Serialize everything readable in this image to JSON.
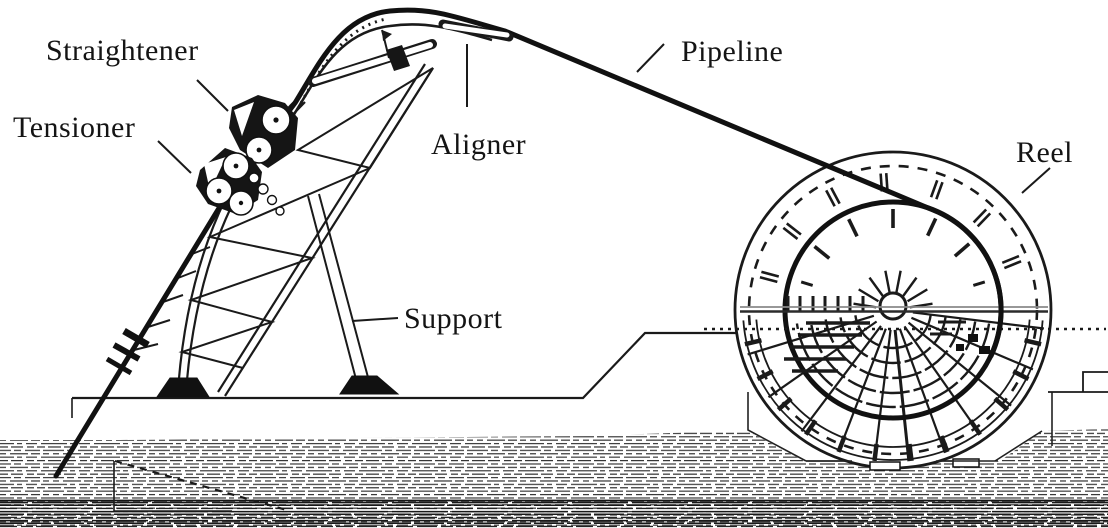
{
  "figure": {
    "type": "technical-line-drawing",
    "subject": "Reel-lay pipeline installation system (side view)",
    "background_color": "#ffffff",
    "ink_color": "#1a1a1a",
    "axle_gray": "#767676"
  },
  "labels": {
    "straightener": {
      "text": "Straightener"
    },
    "tensioner": {
      "text": "Tensioner"
    },
    "aligner": {
      "text": "Aligner"
    },
    "pipeline": {
      "text": "Pipeline"
    },
    "support": {
      "text": "Support"
    },
    "reel": {
      "text": "Reel"
    }
  }
}
